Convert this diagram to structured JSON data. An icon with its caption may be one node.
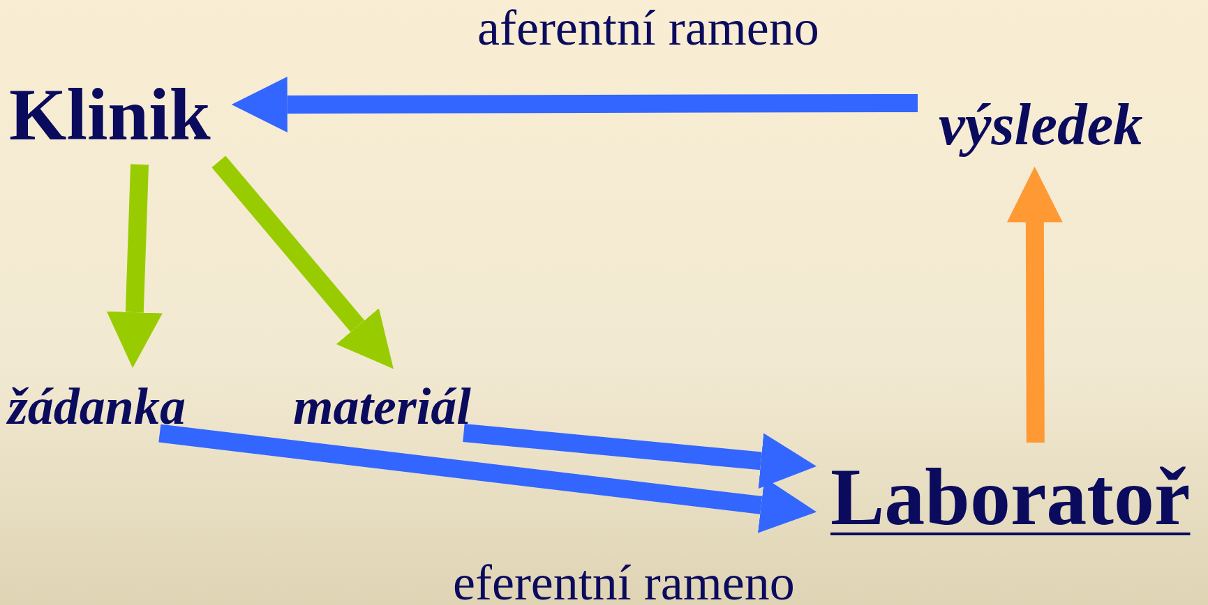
{
  "diagram": {
    "nodes": [
      {
        "text": [
          "Klinik"
        ]
      },
      {
        "text": [
          "žádanka"
        ]
      },
      {
        "text": [
          "materiál"
        ]
      },
      {
        "text": [
          "Laboratoř"
        ]
      },
      {
        "text": [
          "výsledek"
        ]
      }
    ],
    "edges": [
      {
        "from": 0,
        "to": 1,
        "arrow": "to",
        "color": "#99cc00"
      },
      {
        "from": 0,
        "to": 2,
        "arrow": "to",
        "color": "#99cc00"
      },
      {
        "from": 2,
        "to": 3,
        "arrow": "to"
      },
      {
        "from": 1,
        "to": 3,
        "arrow": "to"
      },
      {
        "from": 3,
        "to": 4,
        "arrow": "to",
        "color": "#ff9933"
      },
      {
        "from": 4,
        "to": 0,
        "arrow": "to"
      }
    ],
    "labels": [
      "aferentní rameno",
      "eferentní rameno"
    ]
  }
}
